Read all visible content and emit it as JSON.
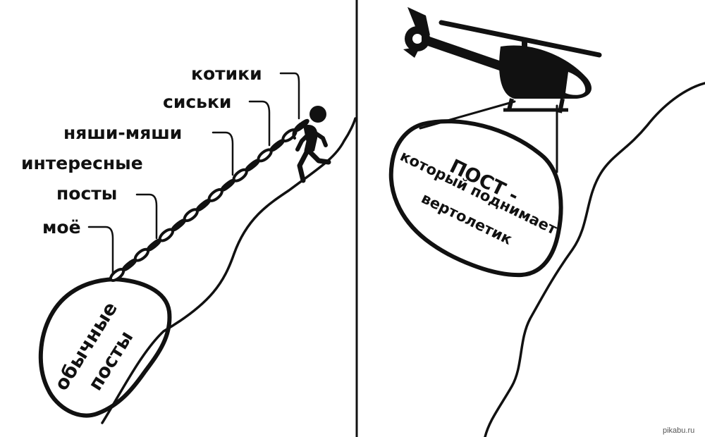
{
  "left_panel": {
    "labels": {
      "kotiki": "котики",
      "siski": "сиськи",
      "nyashi": "няши-мяши",
      "interesnye": "интересные",
      "posty": "посты",
      "moe": "моё"
    },
    "boulder": {
      "line1": "обычные",
      "line2": "посты"
    }
  },
  "right_panel": {
    "boulder": {
      "line1": "ПОСТ -",
      "line2": "который поднимает",
      "line3": "вертолетик"
    }
  },
  "watermark": "pikabu.ru",
  "colors": {
    "ink": "#111111",
    "background": "#ffffff"
  }
}
